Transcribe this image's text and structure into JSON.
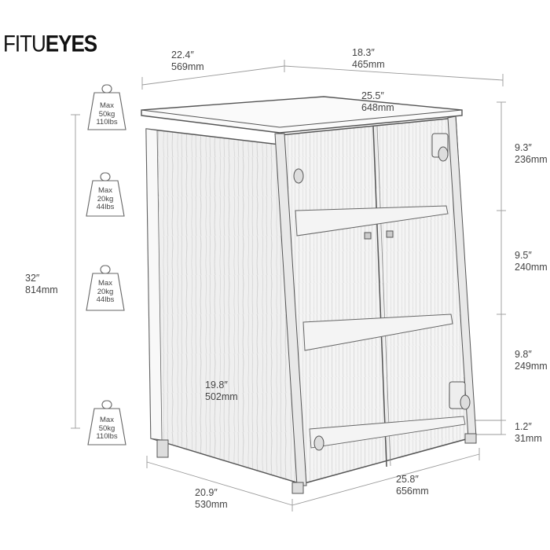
{
  "brand": {
    "part1": "FITU",
    "part2": "EYES"
  },
  "dimensions": {
    "top_depth": {
      "inch": "22.4″",
      "mm": "569mm"
    },
    "top_width": {
      "inch": "18.3″",
      "mm": "465mm"
    },
    "diagonal_top": {
      "inch": "25.5″",
      "mm": "648mm"
    },
    "height": {
      "inch": "32″",
      "mm": "814mm"
    },
    "shelf_1": {
      "inch": "9.3″",
      "mm": "236mm"
    },
    "shelf_2": {
      "inch": "9.5″",
      "mm": "240mm"
    },
    "shelf_3": {
      "inch": "9.8″",
      "mm": "249mm"
    },
    "foot": {
      "inch": "1.2″",
      "mm": "31mm"
    },
    "inner_depth": {
      "inch": "19.8″",
      "mm": "502mm"
    },
    "bottom_depth": {
      "inch": "20.9″",
      "mm": "530mm"
    },
    "bottom_width": {
      "inch": "25.8″",
      "mm": "656mm"
    }
  },
  "weights": [
    {
      "label": "Max",
      "kg": "50kg",
      "lbs": "110lbs"
    },
    {
      "label": "Max",
      "kg": "20kg",
      "lbs": "44lbs"
    },
    {
      "label": "Max",
      "kg": "20kg",
      "lbs": "44lbs"
    },
    {
      "label": "Max",
      "kg": "50kg",
      "lbs": "110lbs"
    }
  ]
}
